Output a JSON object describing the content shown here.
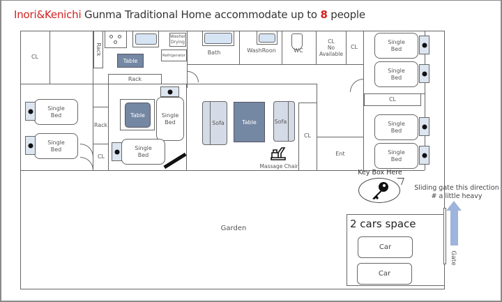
{
  "title": {
    "names": "Inori&Kenichi",
    "middle": " Gunma Traditional Home accommodate up to ",
    "capacity": "8",
    "suffix": " people"
  },
  "rooms": {
    "cl_left_top": "CL",
    "rack_vertical": "Rack",
    "kitchen_table": "Table",
    "washer": "Washer Drying",
    "refrigerator": "Refrigerator",
    "rack_horizontal": "Rack",
    "bath": "Bath",
    "washroom": "WashRoon",
    "wc": "WC",
    "cl_no_available": "CL\nNo\nAvailable",
    "cl_top_right": "CL",
    "cl_right_mid": "CL",
    "rack_mid": "Rack",
    "cl_small": "CL",
    "living_table": "Table",
    "sofa_left": "Sofa",
    "sofa_right": "Sofa",
    "cl_center": "CL",
    "entrance": "Ent",
    "massage_chair": "Massage Chair",
    "garden": "Garden"
  },
  "beds": [
    {
      "label": "Single\nBed",
      "room": "right-top-1"
    },
    {
      "label": "Single\nBed",
      "room": "right-top-2"
    },
    {
      "label": "Single\nBed",
      "room": "right-bottom-1"
    },
    {
      "label": "Single\nBed",
      "room": "right-bottom-2"
    },
    {
      "label": "Single\nBed",
      "room": "left-1"
    },
    {
      "label": "Single\nBed",
      "room": "left-2"
    },
    {
      "label": "Single\nBed",
      "room": "center-vertical"
    },
    {
      "label": "Single\nBed",
      "room": "center-horizontal"
    }
  ],
  "key_box": {
    "label": "Key Box Here",
    "icon": "key-icon"
  },
  "gate": {
    "note_line1": "Sliding gate this direction",
    "note_line2": "# a little heavy",
    "label": "Gate",
    "arrow_color": "#9db4dc"
  },
  "parking": {
    "title": "2 cars space",
    "spots": [
      "Car",
      "Car"
    ]
  },
  "colors": {
    "accent_red": "#d42020",
    "table_fill": "#7487a3",
    "sofa_fill": "#d4dbe6",
    "water_fill": "#d6e4f4"
  }
}
